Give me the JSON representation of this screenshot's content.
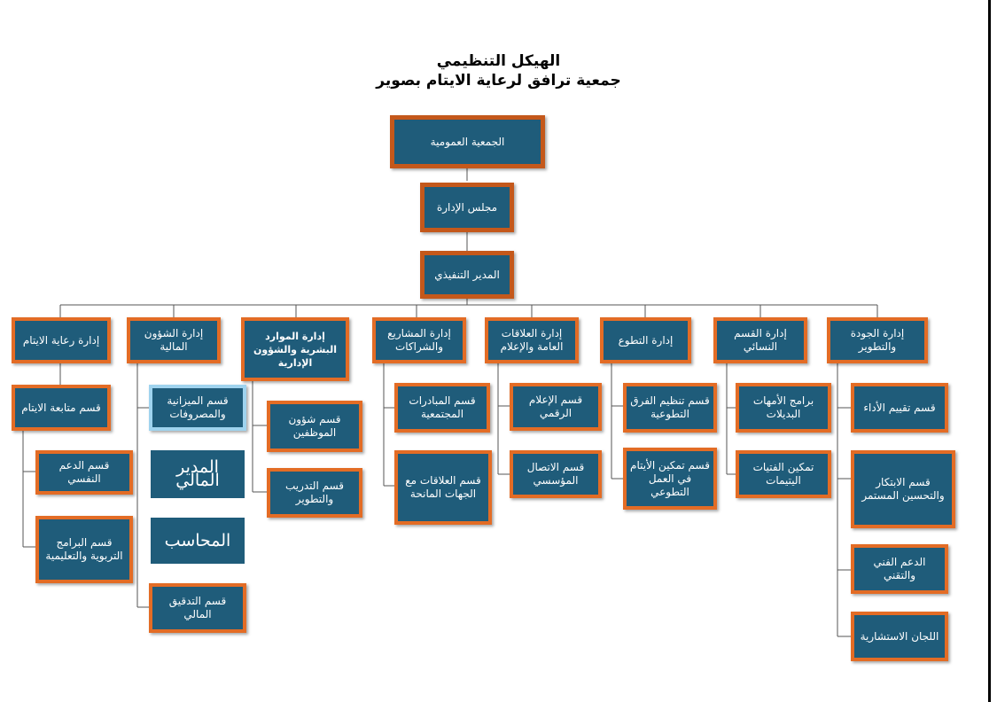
{
  "title": {
    "line1": "الهيكل التنظيمي",
    "line2": "جمعية ترافق لرعاية الايتام بصوير"
  },
  "top": [
    "الجمعية العمومية",
    "مجلس الإدارة",
    "المدير التنفيذي"
  ],
  "departments": [
    "إدارة رعاية الايتام",
    "إدارة الشؤون المالية",
    "إدارة الموارد البشرية والشؤون الإدارية",
    "إدارة المشاريع والشراكات",
    "إدارة العلاقات العامة والإعلام",
    "إدارة التطوع",
    "إدارة القسم النسائي",
    "إدارة الجودة والتطوير"
  ],
  "sections": {
    "orphans": [
      "قسم متابعة الايتام",
      "قسم الدعم النفسي",
      "قسم البرامج التربوية والتعليمية"
    ],
    "finance": [
      "قسم الميزانية والمصروفات",
      "المدير المالي",
      "المحاسب",
      "قسم التدقيق المالي"
    ],
    "hr": [
      "قسم شؤون الموظفين",
      "قسم التدريب والتطوير"
    ],
    "projects": [
      "قسم المبادرات المجتمعية",
      "قسم العلاقات مع الجهات المانحة"
    ],
    "media": [
      "قسم الإعلام الرقمي",
      "قسم الاتصال المؤسسي"
    ],
    "volunteer": [
      "قسم تنظيم الفرق التطوعية",
      "قسم تمكين الأيتام في العمل التطوعي"
    ],
    "women": [
      "برامج الأمهات البديلات",
      "تمكين الفتيات اليتيمات"
    ],
    "quality": [
      "قسم تقييم الأداء",
      "قسم الابتكار والتحسين المستمر",
      "الدعم الفني والتقني",
      "اللجان الاستشارية"
    ]
  }
}
